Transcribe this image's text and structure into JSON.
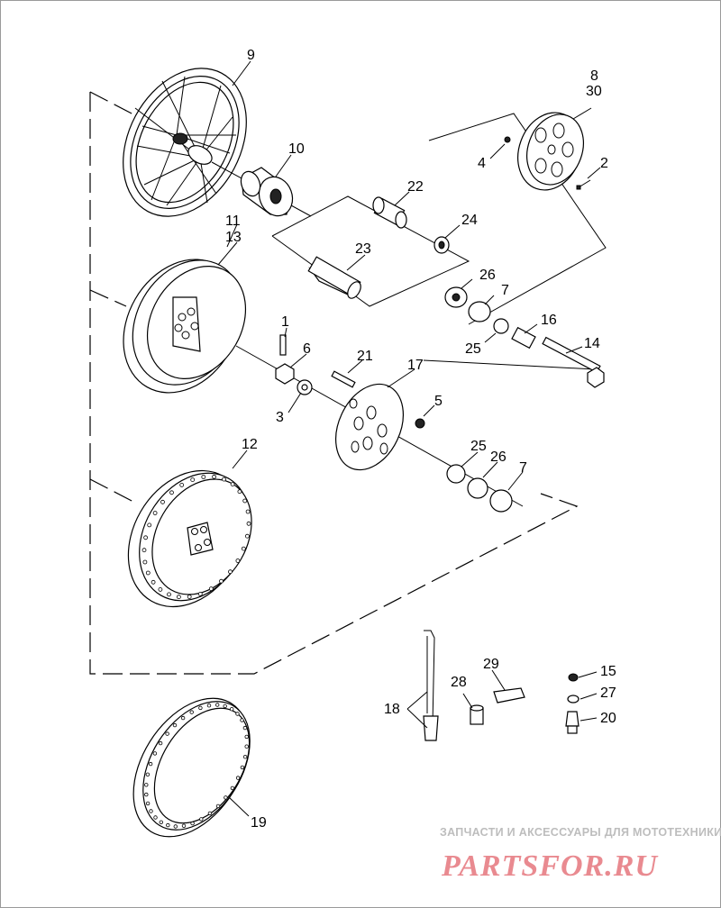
{
  "labels": {
    "p1": "1",
    "p2": "2",
    "p3": "3",
    "p4": "4",
    "p5": "5",
    "p6": "6",
    "p7a": "7",
    "p7b": "7",
    "p8": "8",
    "p9": "9",
    "p10": "10",
    "p11": "11",
    "p12": "12",
    "p13": "13",
    "p14": "14",
    "p15": "15",
    "p16": "16",
    "p17": "17",
    "p18": "18",
    "p19": "19",
    "p20": "20",
    "p21": "21",
    "p22": "22",
    "p23": "23",
    "p24": "24",
    "p25a": "25",
    "p25b": "25",
    "p26a": "26",
    "p26b": "26",
    "p27": "27",
    "p28": "28",
    "p29": "29",
    "p30": "30"
  },
  "watermark": {
    "caption": "ЗАПЧАСТИ И АКСЕССУАРЫ ДЛЯ МОТОТЕХНИКИ",
    "brand": "PARTSFOR.RU"
  }
}
